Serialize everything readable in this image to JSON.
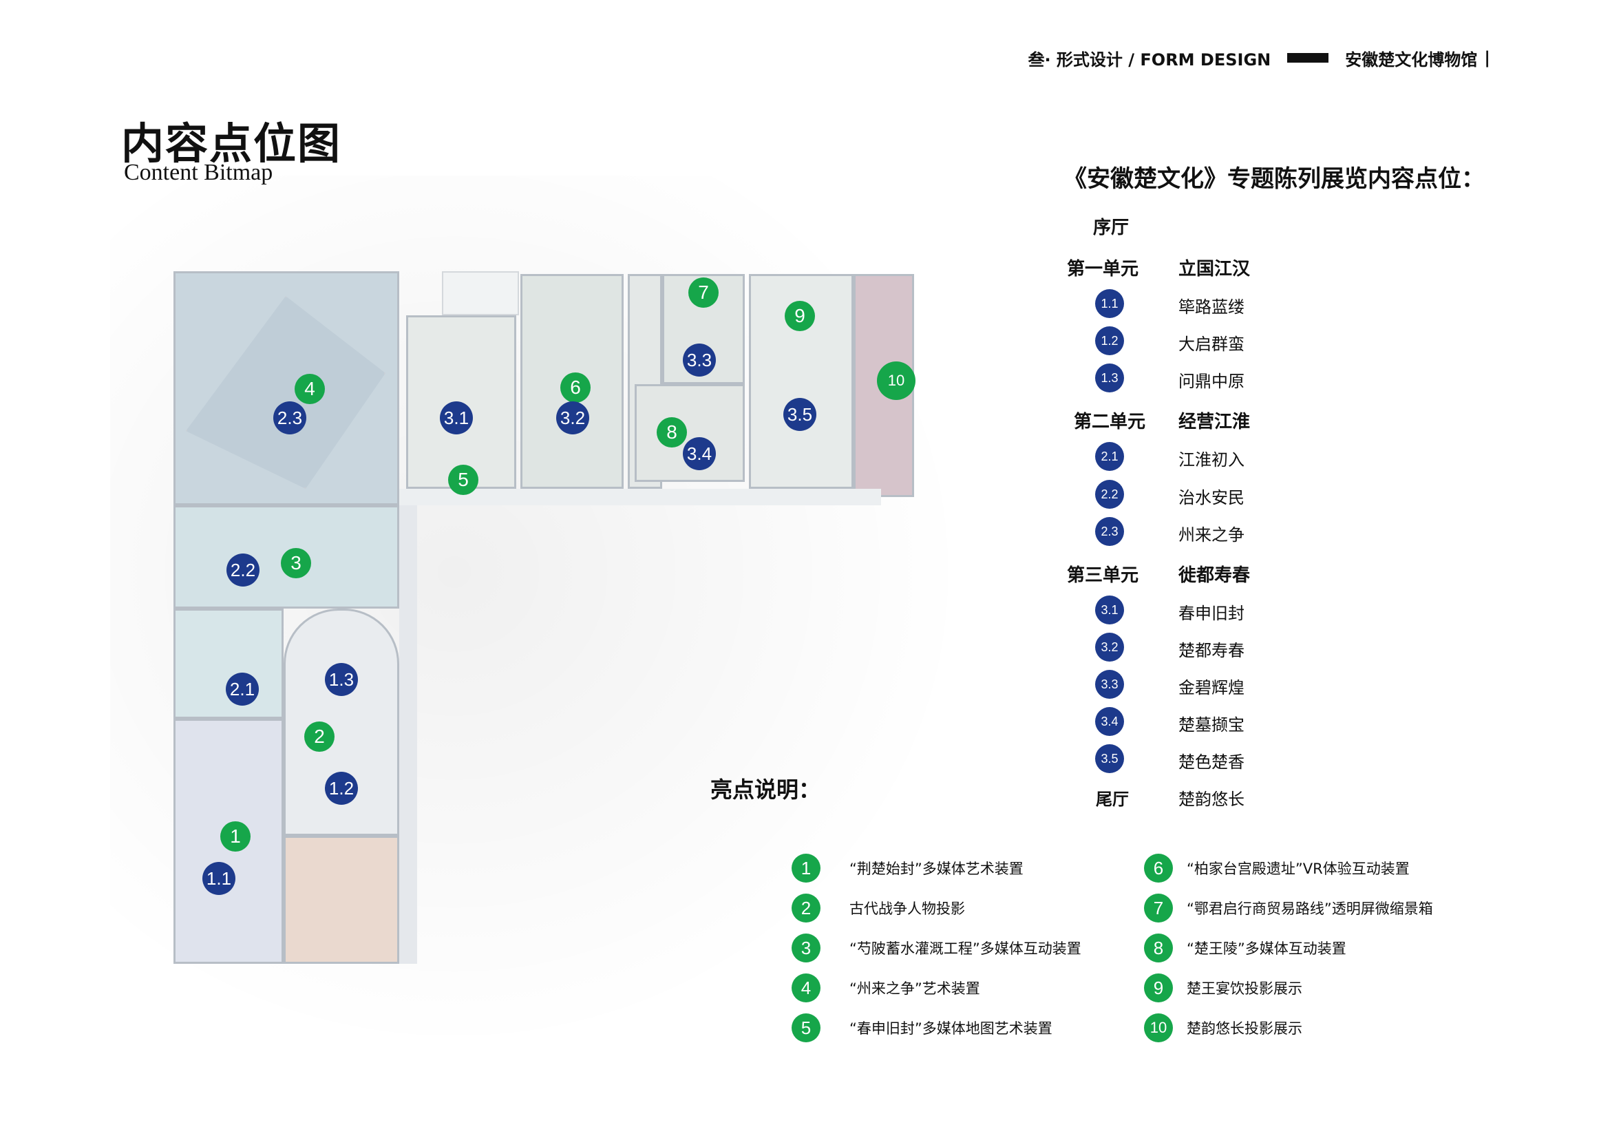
{
  "header": {
    "section": "叁· 形式设计 / FORM DESIGN",
    "museum": "安徽楚文化博物馆",
    "tail": "|"
  },
  "title": {
    "cn": "内容点位图",
    "en": "Content Bitmap"
  },
  "plan_markers": [
    {
      "label": "4",
      "kind": "green"
    },
    {
      "label": "2.3",
      "kind": "blue"
    },
    {
      "label": "3.1",
      "kind": "blue"
    },
    {
      "label": "6",
      "kind": "green"
    },
    {
      "label": "3.2",
      "kind": "blue"
    },
    {
      "label": "5",
      "kind": "green"
    },
    {
      "label": "7",
      "kind": "green"
    },
    {
      "label": "3.3",
      "kind": "blue"
    },
    {
      "label": "8",
      "kind": "green"
    },
    {
      "label": "3.4",
      "kind": "blue"
    },
    {
      "label": "9",
      "kind": "green"
    },
    {
      "label": "3.5",
      "kind": "blue"
    },
    {
      "label": "10",
      "kind": "green"
    },
    {
      "label": "3",
      "kind": "green"
    },
    {
      "label": "2.2",
      "kind": "blue"
    },
    {
      "label": "2.1",
      "kind": "blue"
    },
    {
      "label": "1.3",
      "kind": "blue"
    },
    {
      "label": "2",
      "kind": "green"
    },
    {
      "label": "1.2",
      "kind": "blue"
    },
    {
      "label": "1",
      "kind": "green"
    },
    {
      "label": "1.1",
      "kind": "blue"
    }
  ],
  "exhibition": {
    "title": "《安徽楚文化》专题陈列展览内容点位：",
    "prologue": "序厅",
    "units": [
      {
        "name": "第一单元",
        "theme": "立国江汉",
        "sections": [
          {
            "num": "1.1",
            "name": "筚路蓝缕"
          },
          {
            "num": "1.2",
            "name": "大启群蛮"
          },
          {
            "num": "1.3",
            "name": "问鼎中原"
          }
        ]
      },
      {
        "name": "第二单元",
        "theme": "经营江淮",
        "sections": [
          {
            "num": "2.1",
            "name": "江淮初入"
          },
          {
            "num": "2.2",
            "name": "治水安民"
          },
          {
            "num": "2.3",
            "name": "州来之争"
          }
        ]
      },
      {
        "name": "第三单元",
        "theme": "徙都寿春",
        "sections": [
          {
            "num": "3.1",
            "name": "春申旧封"
          },
          {
            "num": "3.2",
            "name": "楚都寿春"
          },
          {
            "num": "3.3",
            "name": "金碧辉煌"
          },
          {
            "num": "3.4",
            "name": "楚墓撷宝"
          },
          {
            "num": "3.5",
            "name": "楚色楚香"
          }
        ]
      }
    ],
    "epilogue": {
      "name": "尾厅",
      "theme": "楚韵悠长"
    }
  },
  "highlights": {
    "title": "亮点说明：",
    "items": [
      {
        "num": "1",
        "text": "“荆楚始封”多媒体艺术装置"
      },
      {
        "num": "2",
        "text": "古代战争人物投影"
      },
      {
        "num": "3",
        "text": "“芍陂蓄水灌溉工程”多媒体互动装置"
      },
      {
        "num": "4",
        "text": "“州来之争”艺术装置"
      },
      {
        "num": "5",
        "text": "“春申旧封”多媒体地图艺术装置"
      },
      {
        "num": "6",
        "text": "“柏家台宫殿遗址”VR体验互动装置"
      },
      {
        "num": "7",
        "text": "“鄂君启行商贸易路线”透明屏微缩景箱"
      },
      {
        "num": "8",
        "text": "“楚王陵”多媒体互动装置"
      },
      {
        "num": "9",
        "text": "楚王宴饮投影展示"
      },
      {
        "num": "10",
        "text": "楚韵悠长投影展示"
      }
    ]
  },
  "colors": {
    "marker_blue": "#1d3a8c",
    "marker_green": "#16a64a"
  }
}
